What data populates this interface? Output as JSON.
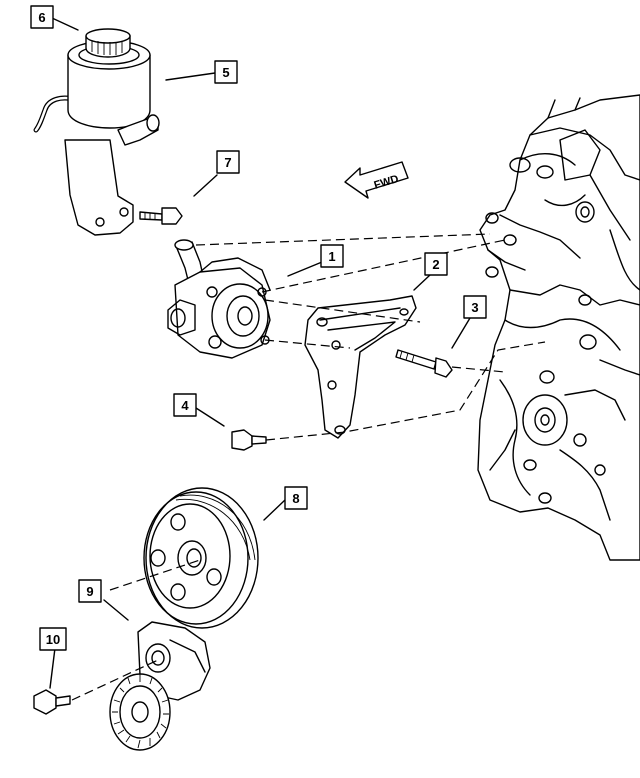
{
  "direction_arrow": {
    "label": "FWD"
  },
  "callouts": [
    {
      "id": "1",
      "text": "1"
    },
    {
      "id": "2",
      "text": "2"
    },
    {
      "id": "3",
      "text": "3"
    },
    {
      "id": "4",
      "text": "4"
    },
    {
      "id": "5",
      "text": "5"
    },
    {
      "id": "6",
      "text": "6"
    },
    {
      "id": "7",
      "text": "7"
    },
    {
      "id": "8",
      "text": "8"
    },
    {
      "id": "9",
      "text": "9"
    },
    {
      "id": "10",
      "text": "10"
    }
  ]
}
